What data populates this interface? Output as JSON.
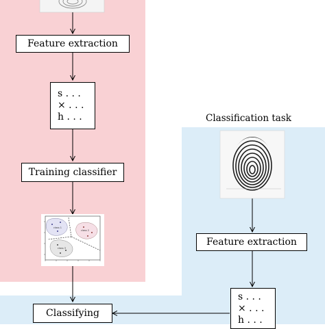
{
  "training": {
    "feature_extraction": "Feature extraction",
    "features": [
      "s . . .",
      "× . . .",
      "h . . ."
    ],
    "training_classifier": "Training classifier",
    "plot_class_labels": [
      "class 1",
      "class 2",
      "class 3"
    ]
  },
  "classification": {
    "title": "Classification task",
    "feature_extraction": "Feature extraction",
    "features": [
      "s . . .",
      "× . . .",
      "h . . ."
    ],
    "classifying": "Classifying"
  },
  "colors": {
    "training_panel": "#f9d1d4",
    "classification_panel": "#dcedf8"
  }
}
